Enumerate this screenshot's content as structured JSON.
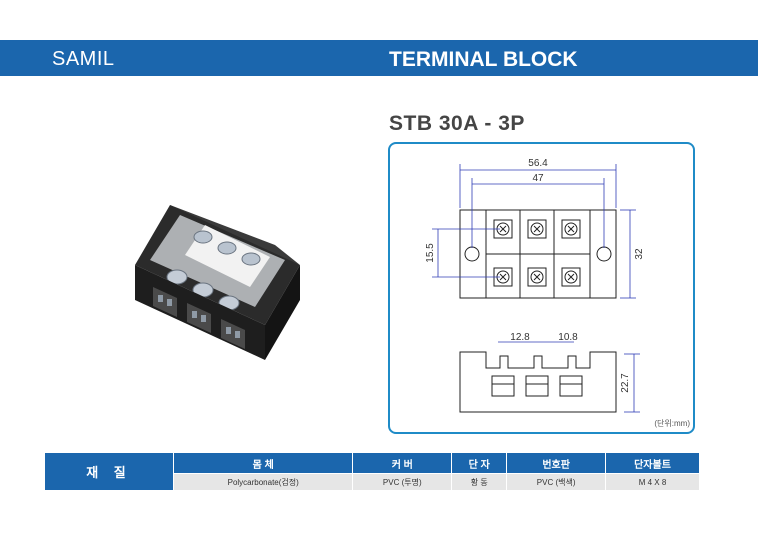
{
  "banner": {
    "brand": "SAMIL",
    "title": "TERMINAL BLOCK"
  },
  "model": "STB 30A - 3P",
  "drawing": {
    "dim_overall_width": "56.4",
    "dim_mount_pitch": "47",
    "dim_height": "32",
    "dim_screw_pitch": "15.5",
    "dim_barrier_1": "12.8",
    "dim_barrier_2": "10.8",
    "dim_side_height": "22.7",
    "unit_note": "(단위:mm)"
  },
  "spec_table": {
    "row_label": "재 질",
    "headers": [
      "몸 체",
      "커 버",
      "단 자",
      "번호판",
      "단자볼트"
    ],
    "values": [
      "Polycarbonate(검정)",
      "PVC (투명)",
      "황 동",
      "PVC (백색)",
      "M 4 X 8"
    ]
  },
  "colors": {
    "accent": "#1b66ad",
    "frame": "#1f8bc7"
  }
}
